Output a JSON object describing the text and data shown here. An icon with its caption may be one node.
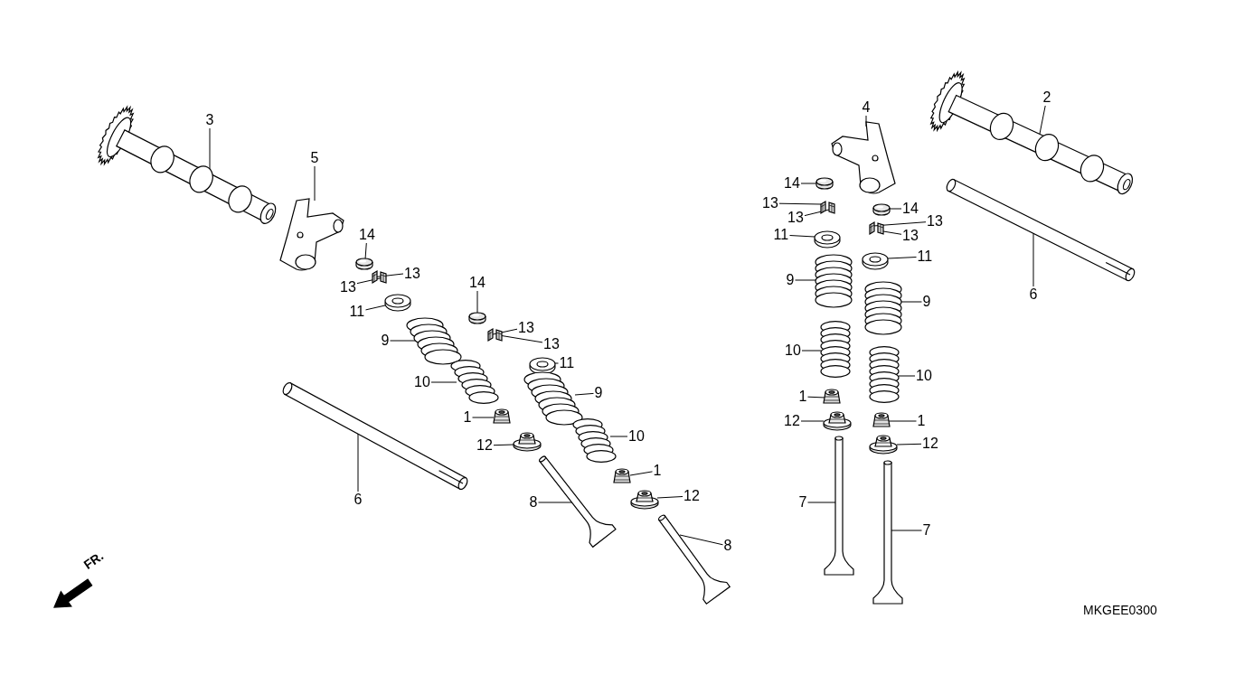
{
  "diagram": {
    "nodes": [
      {
        "text": [
          "3"
        ]
      },
      {
        "text": [
          "5"
        ]
      },
      {
        "text": [
          "14"
        ]
      },
      {
        "text": [
          "13"
        ]
      },
      {
        "text": [
          "13"
        ]
      },
      {
        "text": [
          "11"
        ]
      },
      {
        "text": [
          "9"
        ]
      },
      {
        "text": [
          "10"
        ]
      },
      {
        "text": [
          "1"
        ]
      },
      {
        "text": [
          "12"
        ]
      },
      {
        "text": [
          "6"
        ]
      },
      {
        "text": [
          "8"
        ]
      },
      {
        "text": [
          "14"
        ]
      },
      {
        "text": [
          "13"
        ]
      },
      {
        "text": [
          "13"
        ]
      },
      {
        "text": [
          "11"
        ]
      },
      {
        "text": [
          "9"
        ]
      },
      {
        "text": [
          "10"
        ]
      },
      {
        "text": [
          "1"
        ]
      },
      {
        "text": [
          "12"
        ]
      },
      {
        "text": [
          "8"
        ]
      },
      {
        "text": [
          "4"
        ]
      },
      {
        "text": [
          "2"
        ]
      },
      {
        "text": [
          "14"
        ]
      },
      {
        "text": [
          "13"
        ]
      },
      {
        "text": [
          "13"
        ]
      },
      {
        "text": [
          "11"
        ]
      },
      {
        "text": [
          "9"
        ]
      },
      {
        "text": [
          "10"
        ]
      },
      {
        "text": [
          "1"
        ]
      },
      {
        "text": [
          "12"
        ]
      },
      {
        "text": [
          "7"
        ]
      },
      {
        "text": [
          "14"
        ]
      },
      {
        "text": [
          "13"
        ]
      },
      {
        "text": [
          "13"
        ]
      },
      {
        "text": [
          "11"
        ]
      },
      {
        "text": [
          "9"
        ]
      },
      {
        "text": [
          "10"
        ]
      },
      {
        "text": [
          "1"
        ]
      },
      {
        "text": [
          "12"
        ]
      },
      {
        "text": [
          "7"
        ]
      },
      {
        "text": [
          "6"
        ]
      },
      {
        "text": [],
        "shape": "picture"
      },
      {
        "text": [],
        "shape": "picture"
      },
      {
        "text": [],
        "shape": "picture"
      },
      {
        "text": [],
        "shape": "picture"
      },
      {
        "text": [],
        "shape": "picture"
      },
      {
        "text": [],
        "shape": "picture"
      },
      {
        "text": [],
        "shape": "picture"
      },
      {
        "text": [],
        "shape": "picture"
      },
      {
        "text": [],
        "shape": "picture"
      },
      {
        "text": [],
        "shape": "picture"
      },
      {
        "text": [],
        "shape": "picture"
      },
      {
        "text": [],
        "shape": "picture"
      },
      {
        "text": [],
        "shape": "picture"
      },
      {
        "text": [],
        "shape": "picture"
      },
      {
        "text": [],
        "shape": "picture"
      },
      {
        "text": [],
        "shape": "picture"
      },
      {
        "text": [],
        "shape": "picture"
      },
      {
        "text": [],
        "shape": "picture"
      },
      {
        "text": [],
        "shape": "picture"
      },
      {
        "text": [],
        "shape": "picture"
      },
      {
        "text": [],
        "shape": "picture"
      },
      {
        "text": [],
        "shape": "picture"
      },
      {
        "text": [],
        "shape": "picture"
      },
      {
        "text": [],
        "shape": "picture"
      },
      {
        "text": [],
        "shape": "picture"
      },
      {
        "text": [],
        "shape": "picture"
      },
      {
        "text": [],
        "shape": "picture"
      },
      {
        "text": [],
        "shape": "picture"
      },
      {
        "text": [],
        "shape": "picture"
      },
      {
        "text": [],
        "shape": "picture"
      },
      {
        "text": [],
        "shape": "picture"
      },
      {
        "text": [],
        "shape": "picture"
      },
      {
        "text": [],
        "shape": "picture"
      },
      {
        "text": [],
        "shape": "picture"
      },
      {
        "text": [],
        "shape": "picture"
      },
      {
        "text": [],
        "shape": "picture"
      },
      {
        "text": [],
        "shape": "picture"
      },
      {
        "text": [],
        "shape": "picture"
      },
      {
        "text": [],
        "shape": "picture"
      },
      {
        "text": [],
        "shape": "picture"
      },
      {
        "text": [],
        "shape": "picture"
      },
      {
        "text": [],
        "shape": "picture"
      }
    ],
    "edges": [
      {
        "from": 0,
        "to": 42,
        "arrow": "none"
      },
      {
        "from": 1,
        "to": 43,
        "arrow": "none"
      },
      {
        "from": 2,
        "to": 44,
        "arrow": "none"
      },
      {
        "from": 3,
        "to": 45,
        "arrow": "none"
      },
      {
        "from": 4,
        "to": 46,
        "arrow": "none"
      },
      {
        "from": 5,
        "to": 47,
        "arrow": "none"
      },
      {
        "from": 6,
        "to": 48,
        "arrow": "none"
      },
      {
        "from": 7,
        "to": 49,
        "arrow": "none"
      },
      {
        "from": 8,
        "to": 50,
        "arrow": "none"
      },
      {
        "from": 9,
        "to": 51,
        "arrow": "none"
      },
      {
        "from": 10,
        "to": 52,
        "arrow": "none"
      },
      {
        "from": 11,
        "to": 53,
        "arrow": "none"
      },
      {
        "from": 12,
        "to": 54,
        "arrow": "none"
      },
      {
        "from": 13,
        "to": 55,
        "arrow": "none"
      },
      {
        "from": 14,
        "to": 56,
        "arrow": "none"
      },
      {
        "from": 15,
        "to": 57,
        "arrow": "none"
      },
      {
        "from": 16,
        "to": 58,
        "arrow": "none"
      },
      {
        "from": 17,
        "to": 59,
        "arrow": "none"
      },
      {
        "from": 18,
        "to": 60,
        "arrow": "none"
      },
      {
        "from": 19,
        "to": 61,
        "arrow": "none"
      },
      {
        "from": 20,
        "to": 62,
        "arrow": "none"
      },
      {
        "from": 21,
        "to": 63,
        "arrow": "none"
      },
      {
        "from": 22,
        "to": 64,
        "arrow": "none"
      },
      {
        "from": 23,
        "to": 65,
        "arrow": "none"
      },
      {
        "from": 24,
        "to": 66,
        "arrow": "none"
      },
      {
        "from": 25,
        "to": 67,
        "arrow": "none"
      },
      {
        "from": 26,
        "to": 68,
        "arrow": "none"
      },
      {
        "from": 27,
        "to": 69,
        "arrow": "none"
      },
      {
        "from": 28,
        "to": 70,
        "arrow": "none"
      },
      {
        "from": 29,
        "to": 71,
        "arrow": "none"
      },
      {
        "from": 30,
        "to": 72,
        "arrow": "none"
      },
      {
        "from": 31,
        "to": 73,
        "arrow": "none"
      },
      {
        "from": 32,
        "to": 74,
        "arrow": "none"
      },
      {
        "from": 33,
        "to": 75,
        "arrow": "none"
      },
      {
        "from": 34,
        "to": 76,
        "arrow": "none"
      },
      {
        "from": 35,
        "to": 77,
        "arrow": "none"
      },
      {
        "from": 36,
        "to": 78,
        "arrow": "none"
      },
      {
        "from": 37,
        "to": 79,
        "arrow": "none"
      },
      {
        "from": 38,
        "to": 80,
        "arrow": "none"
      },
      {
        "from": 39,
        "to": 81,
        "arrow": "none"
      },
      {
        "from": 40,
        "to": 82,
        "arrow": "none"
      },
      {
        "from": 41,
        "to": 83,
        "arrow": "none"
      }
    ],
    "labels": [
      "FR.",
      "MKGEE0300"
    ]
  }
}
